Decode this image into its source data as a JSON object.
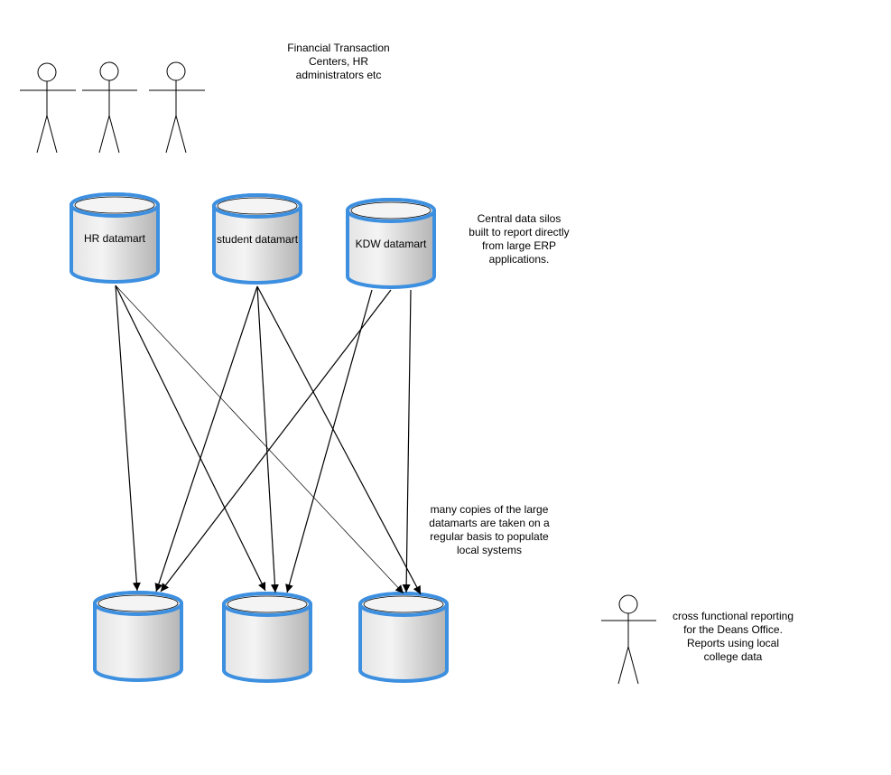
{
  "diagram": {
    "top_note": "Financial Transaction\nCenters, HR\nadministrators etc",
    "central_note": "Central data silos\nbuilt to report directly\nfrom large ERP\napplications.",
    "copies_note": "many copies of the large\ndatamarts are taken on a\nregular basis to populate\nlocal systems",
    "deans_note": "cross functional reporting\nfor the Deans Office.\nReports using local\ncollege data",
    "central_datamarts": [
      {
        "label": "HR datamart"
      },
      {
        "label": "student datamart"
      },
      {
        "label": "KDW datamart"
      }
    ],
    "local_systems": [
      {
        "label": ""
      },
      {
        "label": ""
      },
      {
        "label": ""
      }
    ],
    "colors": {
      "cylinder_border": "#3d8fe0",
      "cylinder_fill_light": "#f2f2f2",
      "cylinder_fill_dark": "#b8b8b8",
      "stroke": "#000000"
    }
  }
}
